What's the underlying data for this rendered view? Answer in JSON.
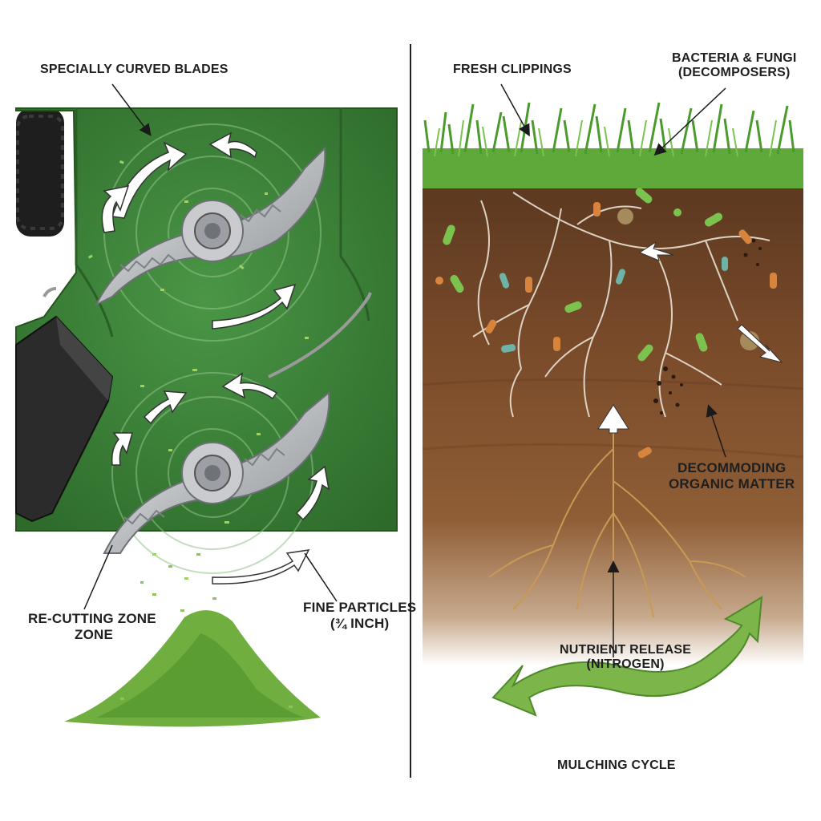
{
  "left_panel": {
    "blades_label": "SPECIALLY CURVED BLADES",
    "recut_label_line1": "RE-CUTTING ZONE",
    "recut_label_line2": "ZONE",
    "fine_label_line1": "FINE PARTICLES",
    "fine_label_line2": "(¾ INCH)"
  },
  "right_panel": {
    "clippings_label": "FRESH CLIPPINGS",
    "decomposers_line1": "BACTERIA & FUNGI",
    "decomposers_line2": "(DECOMPOSERS)",
    "decomposing_line1": "DECOMMODING",
    "decomposing_line2": "ORGANIC MATTER",
    "nutrient_line1": "NUTRIENT RELEASE",
    "nutrient_line2": "(NITROGEN)",
    "cycle_label": "MULCHING CYCLE"
  },
  "colors": {
    "deck_green": "#3f8a3b",
    "deck_dark": "#2f6e2c",
    "grass_green": "#5fa83a",
    "soil_brown": "#7a4a2a",
    "cycle_arrow": "#7cb54a",
    "divider": "#222222"
  }
}
